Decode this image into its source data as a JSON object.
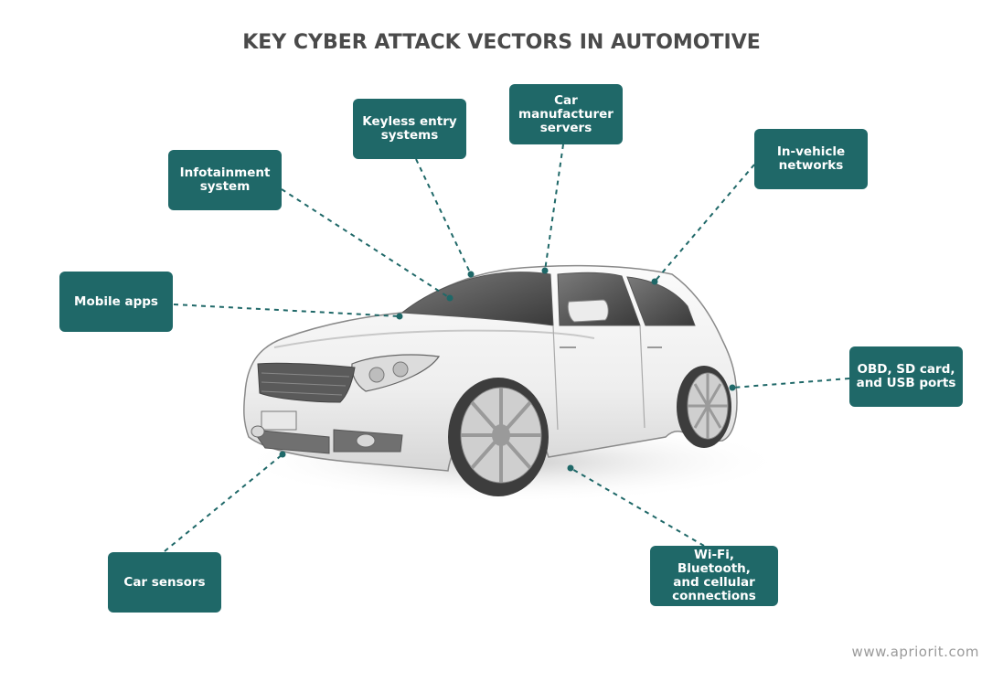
{
  "title": "KEY CYBER ATTACK VECTORS IN AUTOMOTIVE",
  "footer": "www.apriorit.com",
  "colors": {
    "box": "#1f6868",
    "connector": "#1f6868",
    "title": "#4a4a4a"
  },
  "nodes": [
    {
      "id": "infotainment",
      "label": "Infotainment\nsystem"
    },
    {
      "id": "keyless",
      "label": "Keyless entry\nsystems"
    },
    {
      "id": "manufacturer",
      "label": "Car\nmanufacturer\nservers"
    },
    {
      "id": "invehicle",
      "label": "In-vehicle\nnetworks"
    },
    {
      "id": "mobile",
      "label": "Mobile apps"
    },
    {
      "id": "obd",
      "label": "OBD, SD card,\nand USB ports"
    },
    {
      "id": "sensors",
      "label": "Car sensors"
    },
    {
      "id": "wireless",
      "label": "Wi-Fi, Bluetooth,\nand cellular\nconnections"
    }
  ]
}
